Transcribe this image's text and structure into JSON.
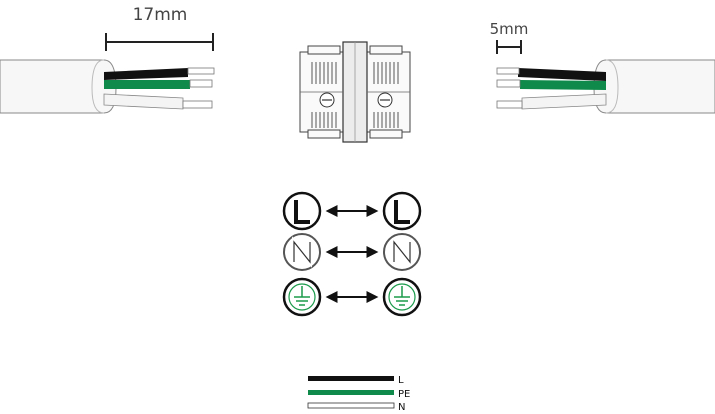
{
  "dimensions": {
    "strip_length": "17mm",
    "conductor_strip": "5mm"
  },
  "connections": [
    {
      "symbol": "L",
      "type": "line"
    },
    {
      "symbol": "N",
      "type": "neutral"
    },
    {
      "symbol": "earth",
      "type": "protective-earth"
    }
  ],
  "legend": [
    {
      "label": "L",
      "color": "#111111"
    },
    {
      "label": "PE",
      "color": "#0f8a4a"
    },
    {
      "label": "N",
      "color": "#ffffff"
    }
  ],
  "colors": {
    "line_wire": "#111111",
    "earth_wire": "#0f8a4a",
    "neutral_wire": "#f4f4f4",
    "earth_symbol": "#1a9a4a"
  }
}
